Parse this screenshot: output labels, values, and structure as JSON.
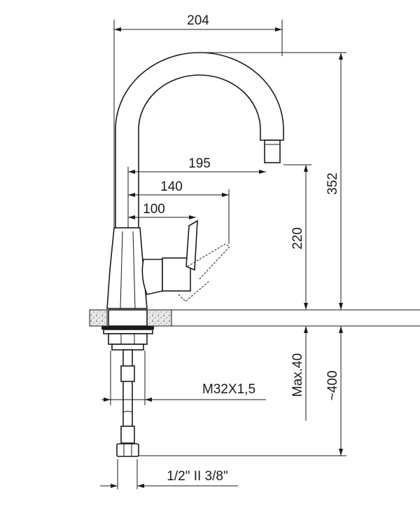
{
  "drawing": {
    "dimensions": {
      "overall_width": "204",
      "spout_reach": "195",
      "handle_reach": "140",
      "body_to_handle": "100",
      "overall_height": "352",
      "spout_height": "220",
      "max_counter_thickness": "Max.40",
      "hose_length": "~400",
      "thread": "M32X1,5",
      "connection": "1/2\" II 3/8\""
    },
    "colors": {
      "line": "#1a1a1a",
      "background": "#ffffff"
    }
  }
}
